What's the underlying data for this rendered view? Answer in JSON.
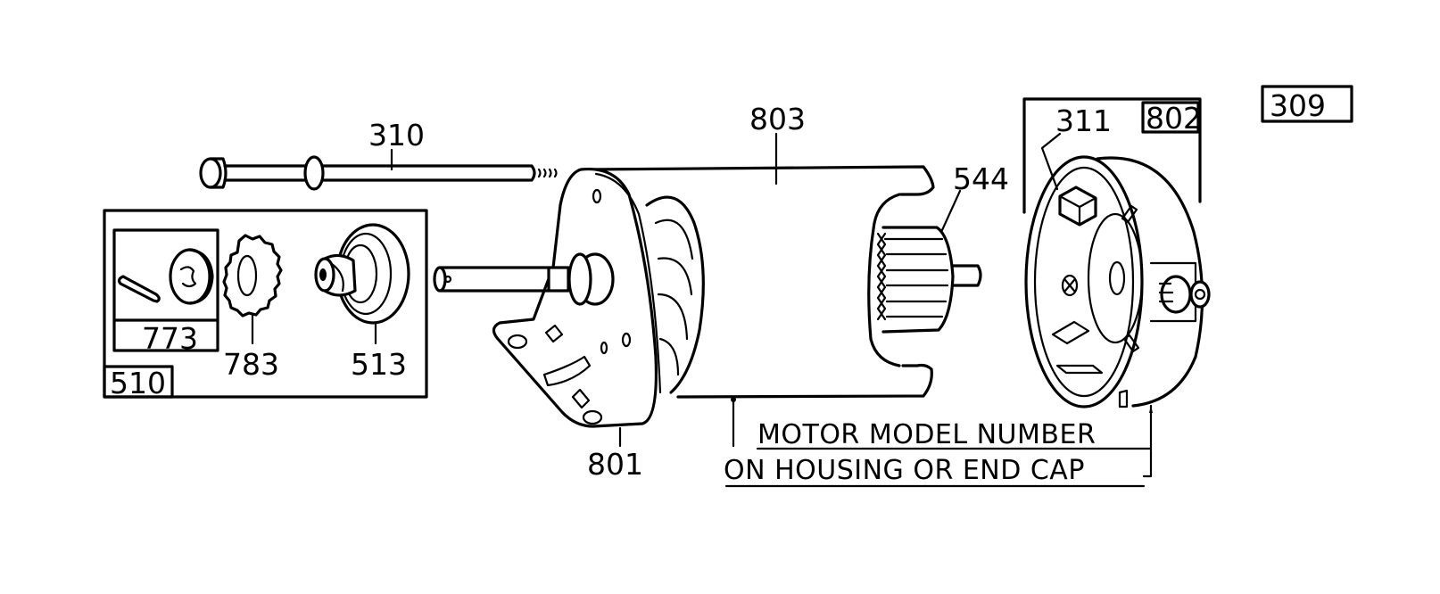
{
  "diagram": {
    "title_box": "309",
    "colors": {
      "ink": "#000000",
      "background": "#ffffff"
    },
    "parts": [
      {
        "id": "310",
        "name": "Through bolt (long screw)"
      },
      {
        "id": "510",
        "name": "Drive kit group (boxed)"
      },
      {
        "id": "773",
        "name": "Roll pin and retainer (boxed)"
      },
      {
        "id": "783",
        "name": "Pinion gear"
      },
      {
        "id": "513",
        "name": "Clutch / helix drive"
      },
      {
        "id": "801",
        "name": "Drive end cap with mounting bracket"
      },
      {
        "id": "803",
        "name": "Motor housing"
      },
      {
        "id": "544",
        "name": "Armature"
      },
      {
        "id": "311",
        "name": "Brush"
      },
      {
        "id": "802",
        "name": "Commutator end cap (boxed)"
      }
    ],
    "labels": {
      "l309": "309",
      "l310": "310",
      "l510": "510",
      "l773": "773",
      "l783": "783",
      "l513": "513",
      "l801": "801",
      "l803": "803",
      "l544": "544",
      "l311": "311",
      "l802": "802"
    },
    "note": {
      "line1": "MOTOR MODEL NUMBER",
      "line2": "ON HOUSING OR END CAP"
    }
  }
}
